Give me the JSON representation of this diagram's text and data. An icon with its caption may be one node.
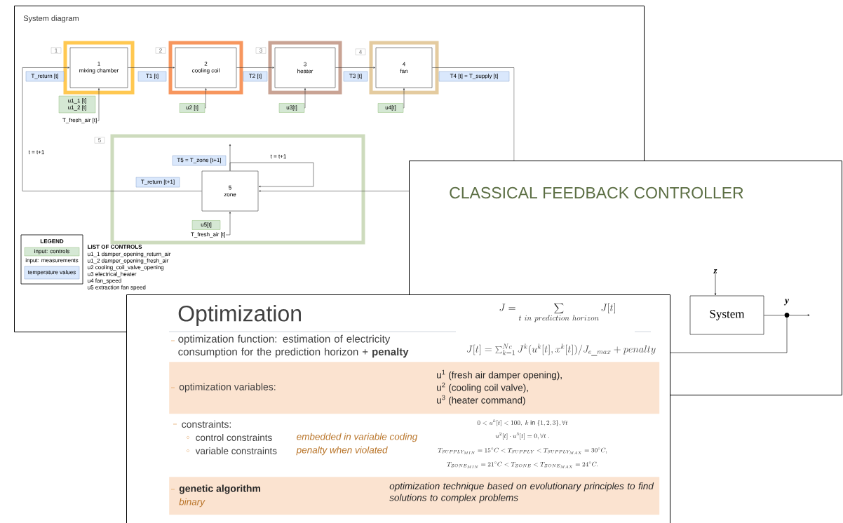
{
  "diagram": {
    "nodes": [
      {
        "text": [
          "System diagram"
        ]
      },
      {
        "text": [
          "1"
        ],
        "in": 0
      },
      {
        "text": [
          "1",
          "mixing chamber"
        ],
        "in": 0
      },
      {
        "text": [
          "2"
        ],
        "in": 0
      },
      {
        "text": [
          "2",
          "cooling coil"
        ],
        "in": 0
      },
      {
        "text": [
          "3"
        ],
        "in": 0
      },
      {
        "text": [
          "3",
          "heater"
        ],
        "in": 0
      },
      {
        "text": [
          "4"
        ],
        "in": 0
      },
      {
        "text": [
          "4",
          "fan"
        ],
        "in": 0
      },
      {
        "text": [
          "T_return [t]"
        ],
        "in": 0
      },
      {
        "text": [
          "T1 [t]"
        ],
        "in": 0
      },
      {
        "text": [
          "T2 [t]"
        ],
        "in": 0
      },
      {
        "text": [
          "T3 [t]"
        ],
        "in": 0
      },
      {
        "text": [
          "T4 [t] = T_supply [t]"
        ],
        "in": 0
      },
      {
        "text": [
          "u1_1 [t]",
          "u1_2 [t]"
        ],
        "in": 0
      },
      {
        "text": [
          "T_fresh_air [t]"
        ],
        "in": 0
      },
      {
        "text": [
          "u2 [t]"
        ],
        "in": 0
      },
      {
        "text": [
          "u3[t]"
        ],
        "in": 0
      },
      {
        "text": [
          "u4[t]"
        ],
        "in": 0
      },
      {
        "text": [
          "5"
        ],
        "in": 0
      },
      {
        "text": [
          "5",
          "zone"
        ],
        "in": 0
      },
      {
        "text": [
          "T5 = T_zone [t+1]"
        ],
        "in": 0
      },
      {
        "text": [
          "T_return [t+1]"
        ],
        "in": 0
      },
      {
        "text": [
          "u5[t]"
        ],
        "in": 0
      },
      {
        "text": [
          "T_fresh_air [t]"
        ],
        "in": 0
      },
      {
        "text": [
          "CLASSICAL FEEDBACK CONTROLLER"
        ]
      },
      {
        "text": [
          "z"
        ],
        "in": 25
      },
      {
        "text": [
          "System"
        ],
        "in": 25
      },
      {
        "text": [],
        "shape": "circle",
        "beside": [
          "y"
        ],
        "in": 25
      },
      {
        "text": [
          "Optimization"
        ]
      },
      {
        "text": [
          "optimization variables:",
          "u$^{1}$ (fresh air damper opening),",
          "u$^{2}$ (cooling coil valve),",
          "u$^{3}$ (heater command)"
        ],
        "in": 29
      },
      {
        "text": [
          "genetic algorithm",
          "binary",
          "optimization technique based on evolutionary principles to find solutions to complex problems"
        ],
        "in": 29
      }
    ],
    "edges": [
      {
        "from": 2,
        "to": 4,
        "arrow": "to"
      },
      {
        "from": 4,
        "to": 6,
        "arrow": "to"
      },
      {
        "from": 6,
        "to": 8,
        "arrow": "to"
      },
      {
        "from": 8,
        "to": 20,
        "arrow": "to"
      },
      {
        "from": 20,
        "to": 2,
        "arrow": "to",
        "label": "t = t+1"
      },
      {
        "from": 20,
        "to": 20,
        "arrow": "to",
        "label": "t = t+1"
      },
      {
        "from": 20,
        "to": null,
        "arrow": "to"
      },
      {
        "from": 15,
        "to": 2,
        "arrow": "to"
      },
      {
        "from": 16,
        "to": 4,
        "arrow": "to"
      },
      {
        "from": 17,
        "to": 6,
        "arrow": "to"
      },
      {
        "from": 18,
        "to": 8,
        "arrow": "to"
      },
      {
        "from": 24,
        "to": 20,
        "arrow": "to"
      },
      {
        "from": 26,
        "to": 27,
        "arrow": "to"
      },
      {
        "from": 27,
        "to": 28,
        "arrow": "none"
      },
      {
        "from": 28,
        "to": null,
        "arrow": "to"
      },
      {
        "from": 28,
        "to": 29,
        "arrow": "none"
      }
    ],
    "labels": [
      "LEGEND",
      "LIST OF CONTROLS",
      "u1_1 damper_opening_return_air",
      "u1_2 damper_opening_fresh_air",
      "u2 cooling_coil_valve_opening",
      "u3 electrical_heater",
      "u4 fan_speed",
      "u5 extraction fan speed",
      "J = \\sum_{t\\ in\\ prediction\\ horizon} J[t]",
      "optimization function: estimation of electricity consumption for the prediction horizon + **penalty**",
      "J[t] = \\sum_{k=1}^{Nc} J^k(u^k[t], x^k[t]) / J_{e\\_max} + penalty",
      "constraints:",
      "0 < u^k[t] < 100,\\ k\\ \\mathrm{in}\\ \\{1,2,3\\}, \\forall t",
      "control constraints",
      "embedded in variable coding",
      "u^2[t] \\cdot u^3[t] = 0, \\forall t\\ .",
      "variable constraints",
      "penalty when violated",
      "T_{SUPPLY_{MIN}} = 15^{\\circ}C < T_{SUPPLY} < T_{SUPPLY_{MAX}} = 30^{\\circ}C,",
      "T_{ZONE_{MIN}} = 21^{\\circ}C < T_{ZONE} < T_{ZONE_{MAX}} = 24^{\\circ}C."
    ],
    "legend": [
      {
        "text": "input: controls",
        "color": "#d5e8d4"
      },
      {
        "text": "input: measurements"
      },
      {
        "text": "temperature values",
        "color": "#dae8fc"
      }
    ]
  }
}
